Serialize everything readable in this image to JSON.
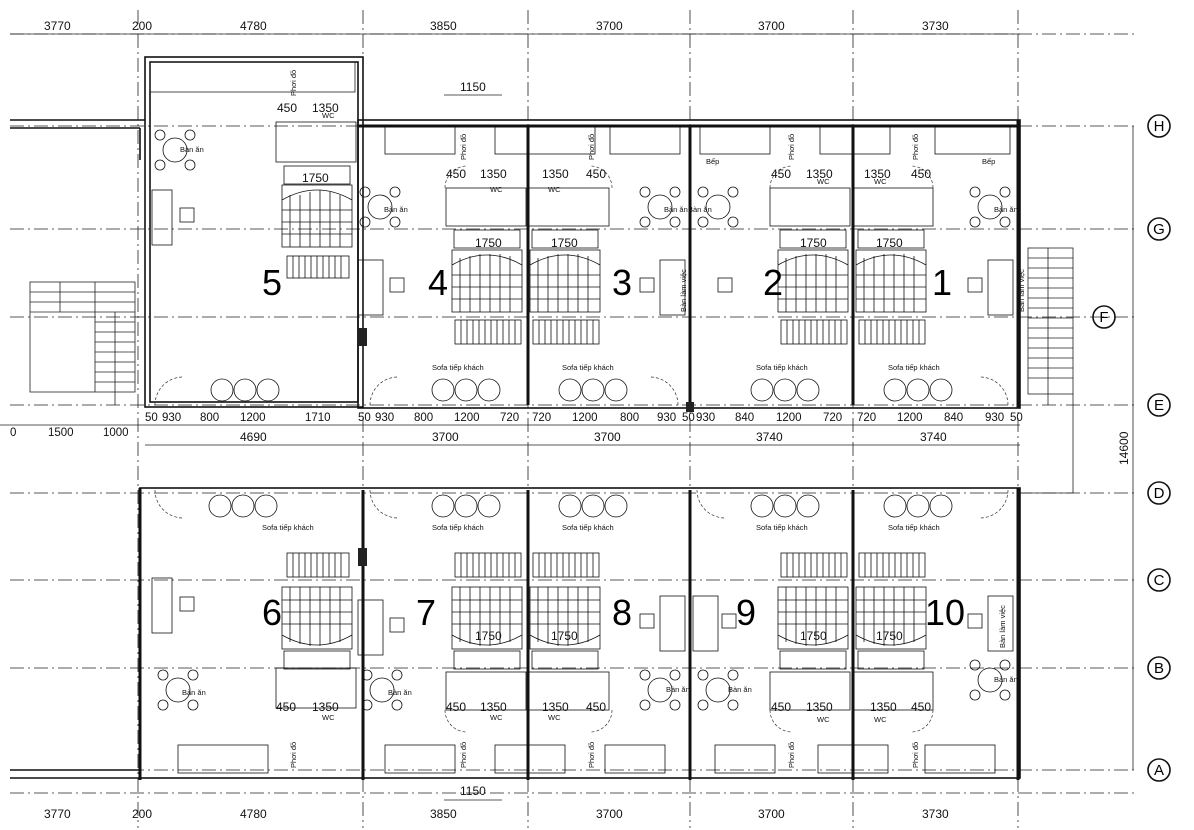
{
  "dims": {
    "top": [
      "3770",
      "200",
      "4780",
      "3850",
      "3700",
      "3700",
      "3730"
    ],
    "bottom": [
      "3770",
      "200",
      "4780",
      "3850",
      "3700",
      "3700",
      "3730"
    ],
    "detail_1150": "1150",
    "mid_row": [
      "0",
      "1500",
      "1000",
      "50",
      "930",
      "800",
      "1200",
      "1710",
      "50",
      "930",
      "800",
      "1200",
      "720",
      "720",
      "1200",
      "800",
      "930",
      "50",
      "930",
      "840",
      "1200",
      "720",
      "720",
      "1200",
      "840",
      "930",
      "50"
    ],
    "mid_totals": [
      "4690",
      "3700",
      "3700",
      "3740",
      "3740"
    ],
    "overall": "14600",
    "room_dims": [
      "1750",
      "450",
      "1350"
    ]
  },
  "axes": [
    "H",
    "G",
    "F",
    "E",
    "D",
    "C",
    "B",
    "A"
  ],
  "rooms": [
    "1",
    "2",
    "3",
    "4",
    "5",
    "6",
    "7",
    "8",
    "9",
    "10"
  ],
  "labels": {
    "dining": "Bàn ăn",
    "wc": "WC",
    "sofa": "Sofa tiếp khách",
    "drying": "Phơi đồ",
    "kitchen": "Bếp",
    "desk": "Bàn làm việc"
  }
}
